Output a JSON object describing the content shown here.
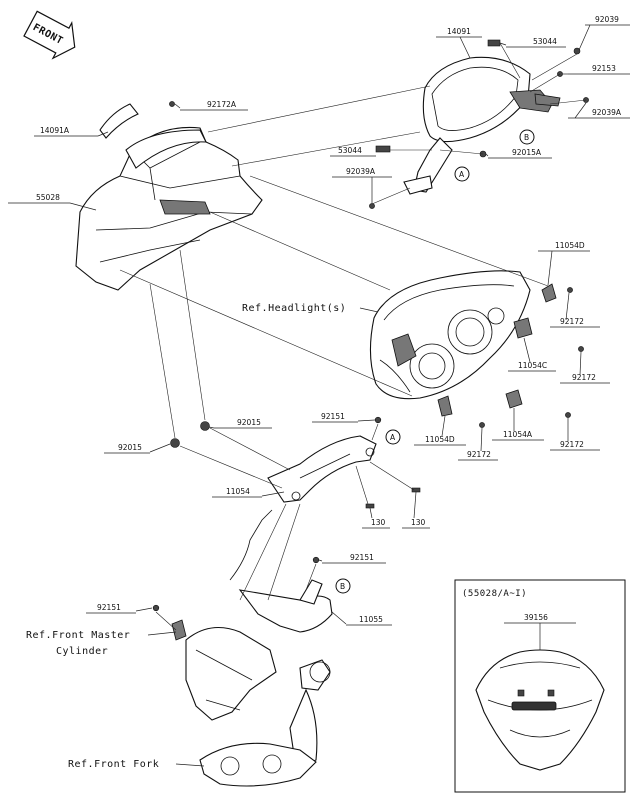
{
  "front_badge": "FRONT",
  "part_labels": {
    "p14091": "14091",
    "p53044_top": "53044",
    "p92039": "92039",
    "p92153": "92153",
    "p92039A_right": "92039A",
    "p92172A": "92172A",
    "p14091A": "14091A",
    "p55028": "55028",
    "p53044_mid": "53044",
    "p92015A": "92015A",
    "p92039A_left": "92039A",
    "p11054D_top": "11054D",
    "p92172_a": "92172",
    "p11054C": "11054C",
    "p92172_b": "92172",
    "p11054D_bot": "11054D",
    "p11054A": "11054A",
    "p92172_c": "92172",
    "p92172_d": "92172",
    "p92151_top": "92151",
    "p92015_right": "92015",
    "p92015_left": "92015",
    "p11054": "11054",
    "p130_a": "130",
    "p130_b": "130",
    "p92151_mid": "92151",
    "p92151_left": "92151",
    "p11055": "11055",
    "p39156": "39156"
  },
  "callouts": {
    "a": "A",
    "b": "B"
  },
  "refs": {
    "headlight": "Ref.Headlight(s)",
    "master_cyl_1": "Ref.Front Master",
    "master_cyl_2": "Cylinder",
    "front_fork": "Ref.Front Fork"
  },
  "inset": {
    "title": "(55028/A~I)"
  }
}
